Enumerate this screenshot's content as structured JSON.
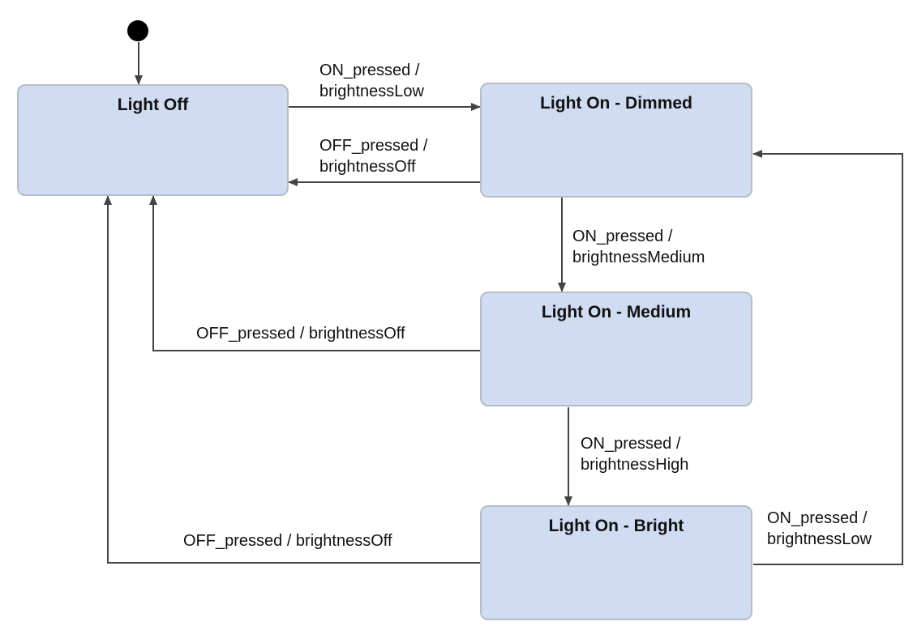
{
  "diagram": {
    "type": "state-machine",
    "colors": {
      "state_fill": "#d0dcf1",
      "state_border": "#b8bcc4",
      "arrow": "#444444",
      "initial": "#000000"
    },
    "states": {
      "off": "Light Off",
      "dimmed": "Light On - Dimmed",
      "medium": "Light On - Medium",
      "bright": "Light On - Bright"
    },
    "transitions": {
      "off_to_dimmed": {
        "event": "ON_pressed /",
        "action": "brightnessLow"
      },
      "dimmed_to_off": {
        "event": "OFF_pressed /",
        "action": "brightnessOff"
      },
      "dimmed_to_medium": {
        "event": "ON_pressed /",
        "action": "brightnessMedium"
      },
      "medium_to_off": {
        "text": "OFF_pressed / brightnessOff"
      },
      "medium_to_bright": {
        "event": "ON_pressed /",
        "action": "brightnessHigh"
      },
      "bright_to_off": {
        "text": "OFF_pressed / brightnessOff"
      },
      "bright_to_dimmed": {
        "event": "ON_pressed /",
        "action": "brightnessLow"
      }
    }
  }
}
